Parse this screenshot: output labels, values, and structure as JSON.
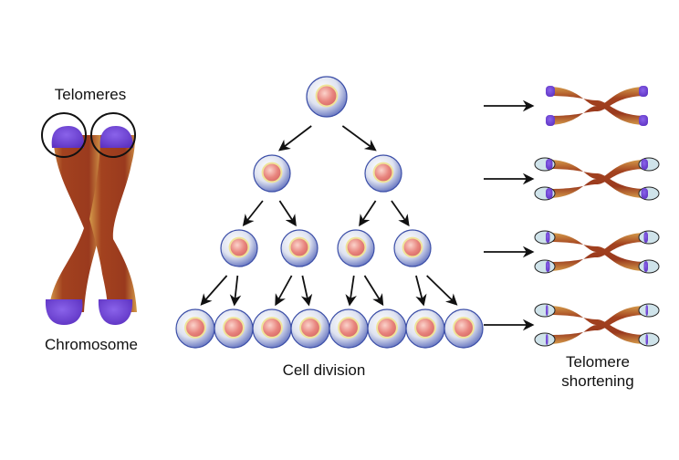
{
  "labels": {
    "telomeres": "Telomeres",
    "chromosome": "Chromosome",
    "cell_division": "Cell division",
    "telomere_shortening_line1": "Telomere",
    "telomere_shortening_line2": "shortening"
  },
  "colors": {
    "chromatid_body": "#9a3a1e",
    "chromatid_edge": "#d0903e",
    "telomere": "#6a3fd0",
    "cell_membrane": "#3c4fa8",
    "cell_cytoplasm": "#e4e8f4",
    "nucleus": "#e8857e",
    "nucleus_ring": "#efe49a",
    "lost_telomere": "#cfe3ea",
    "arrow": "#111111"
  },
  "cell_division": {
    "generations": [
      1,
      2,
      4,
      8
    ]
  },
  "telomere_shortening": {
    "stages": [
      {
        "stage": 1,
        "telomere_remaining": 1.0
      },
      {
        "stage": 2,
        "telomere_remaining": 0.75
      },
      {
        "stage": 3,
        "telomere_remaining": 0.45
      },
      {
        "stage": 4,
        "telomere_remaining": 0.25
      }
    ]
  }
}
